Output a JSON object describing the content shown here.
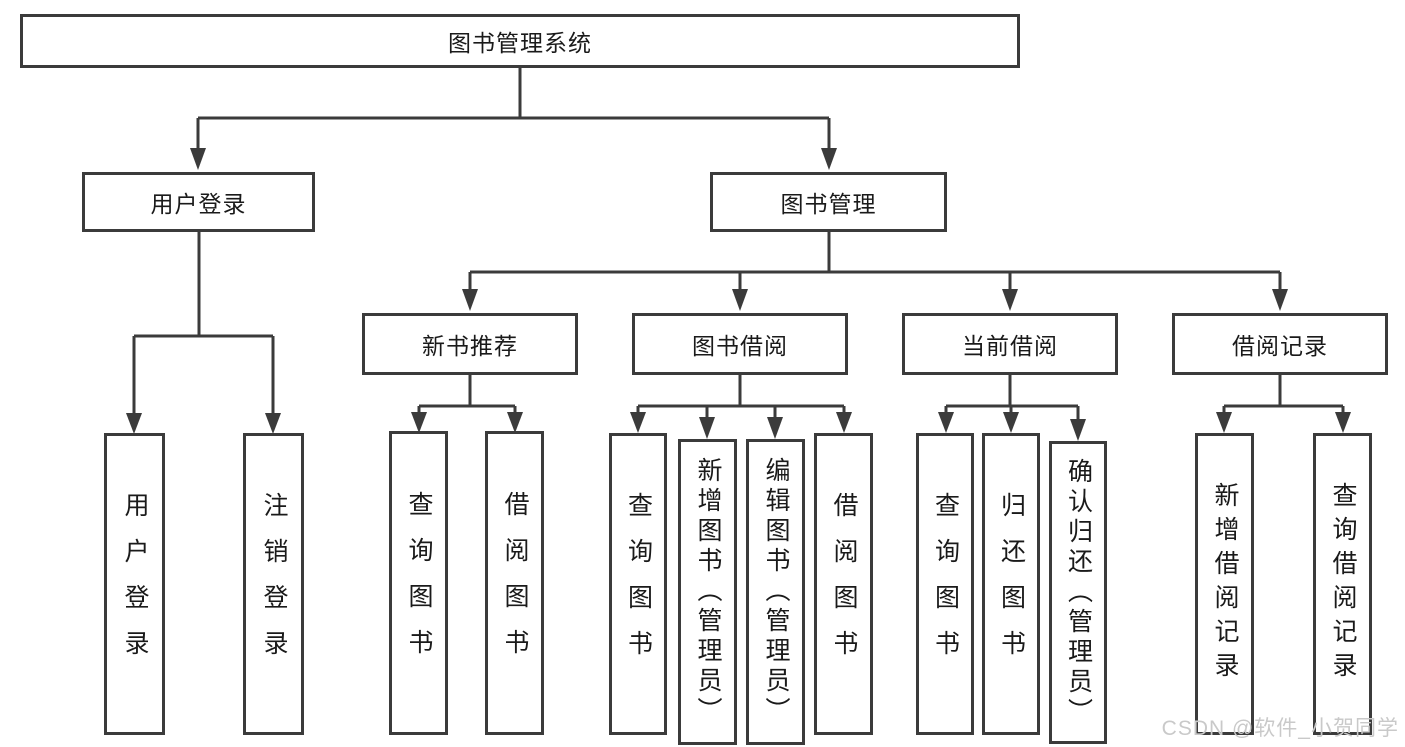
{
  "nodes": {
    "root": "图书管理系统",
    "user_login": "用户登录",
    "book_mgmt": "图书管理",
    "new_book_rec": "新书推荐",
    "book_borrow": "图书借阅",
    "current_borrow": "当前借阅",
    "borrow_records": "借阅记录",
    "leaf_user_login": "用户登录",
    "leaf_logout": "注销登录",
    "leaf_query_books_rec": "查询图书",
    "leaf_borrow_books_rec": "借阅图书",
    "leaf_query_books_borrow": "查询图书",
    "leaf_add_books": "新增图书（管理员）",
    "leaf_edit_books": "编辑图书（管理员）",
    "leaf_borrow_books": "借阅图书",
    "leaf_query_books_cur": "查询图书",
    "leaf_return_books": "归还图书",
    "leaf_confirm_return": "确认归还（管理员）",
    "leaf_add_record": "新增借阅记录",
    "leaf_query_record": "查询借阅记录"
  },
  "watermark": "CSDN @软件_小贺同学",
  "colors": {
    "line": "#3b3b3b",
    "text": "#1a1a1a",
    "watermark": "#c9c9c9",
    "background": "#ffffff"
  }
}
